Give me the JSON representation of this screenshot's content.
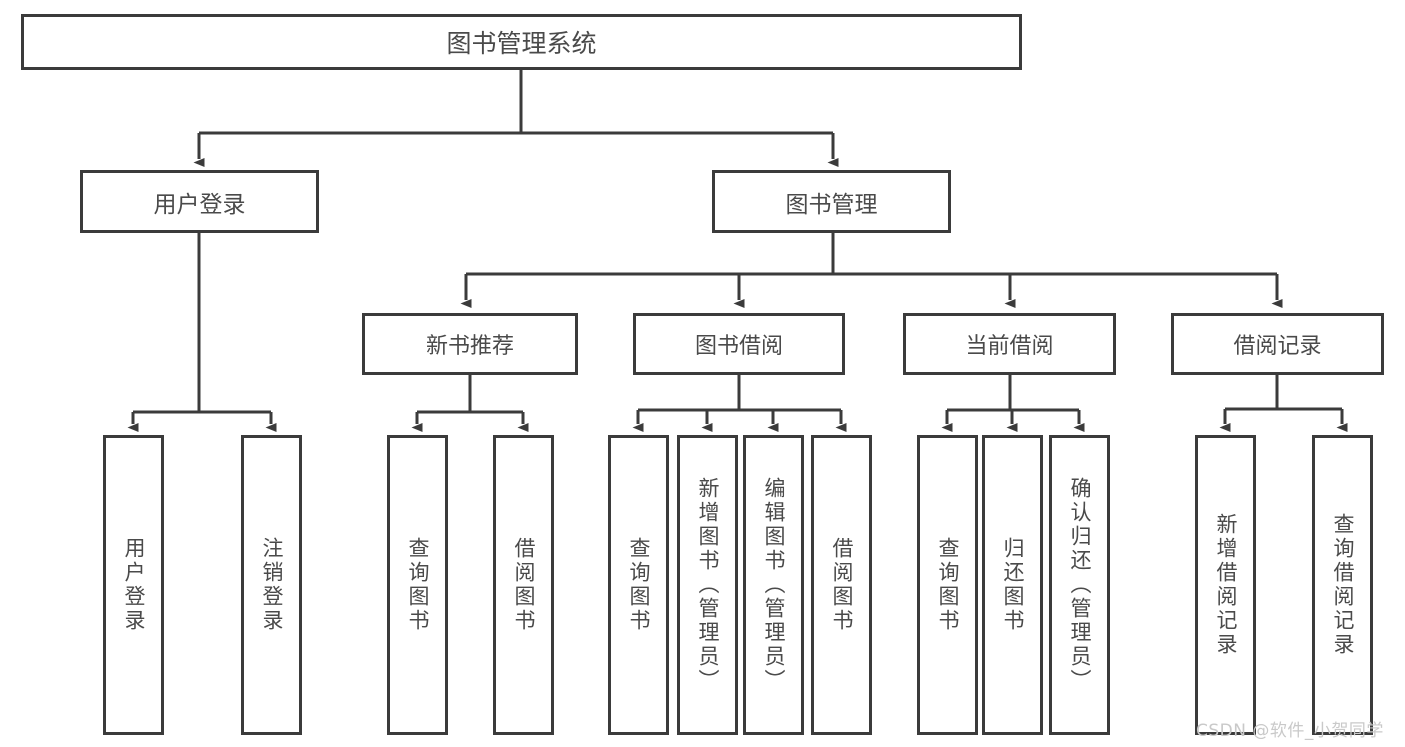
{
  "diagram": {
    "title": "图书管理系统",
    "watermark": "CSDN @软件_小贺同学",
    "colors": {
      "border": "#3b3b3b",
      "text": "#4a4a4a",
      "background": "#ffffff",
      "watermark": "#c9c9c9"
    },
    "root": {
      "label": "图书管理系统"
    },
    "level2": [
      {
        "label": "用户登录"
      },
      {
        "label": "图书管理"
      }
    ],
    "level3": [
      {
        "label": "新书推荐"
      },
      {
        "label": "图书借阅"
      },
      {
        "label": "当前借阅"
      },
      {
        "label": "借阅记录"
      }
    ],
    "leaves": {
      "user_login": [
        {
          "label": "用户登录"
        },
        {
          "label": "注销登录"
        }
      ],
      "new_book": [
        {
          "label": "查询图书"
        },
        {
          "label": "借阅图书"
        }
      ],
      "book_borrow": [
        {
          "label": "查询图书"
        },
        {
          "label": "新增图书（管理员）"
        },
        {
          "label": "编辑图书（管理员）"
        },
        {
          "label": "借阅图书"
        }
      ],
      "current_borrow": [
        {
          "label": "查询图书"
        },
        {
          "label": "归还图书"
        },
        {
          "label": "确认归还（管理员）"
        }
      ],
      "borrow_record": [
        {
          "label": "新增借阅记录"
        },
        {
          "label": "查询借阅记录"
        }
      ]
    }
  }
}
